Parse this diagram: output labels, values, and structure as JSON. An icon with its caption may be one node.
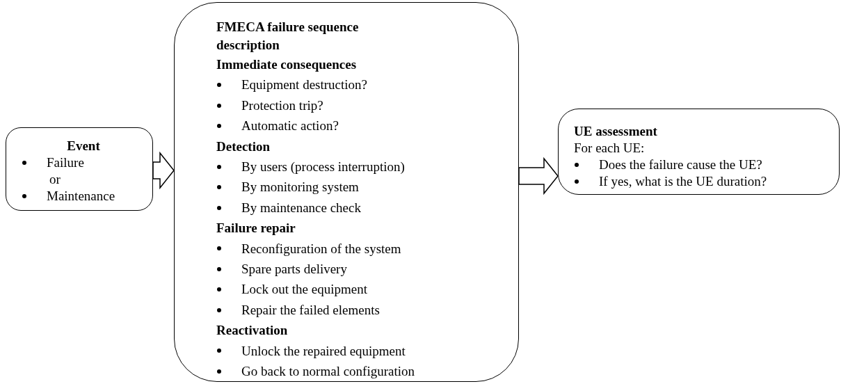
{
  "diagram": {
    "nodes": [
      {
        "text": [
          "Event",
          "Failure",
          "or",
          "Maintenance"
        ]
      },
      {
        "text": [
          "FMECA failure sequence description",
          "Immediate consequences",
          "Equipment destruction?",
          "Protection trip?",
          "Automatic action?",
          "Detection",
          "By users (process interruption)",
          "By monitoring system",
          "By maintenance check",
          "Failure repair",
          "Reconfiguration of the system",
          "Spare parts delivery",
          "Lock out the equipment",
          "Repair the failed elements",
          "Reactivation",
          "Unlock the repaired equipment",
          "Go back to normal configuration"
        ]
      },
      {
        "text": [
          "UE assessment",
          "For each UE:",
          "Does the failure cause the UE?",
          "If yes, what is the UE duration?"
        ]
      }
    ],
    "edges": [
      {
        "from": 0,
        "to": 1,
        "arrow": "to"
      },
      {
        "from": 1,
        "to": 2,
        "arrow": "to"
      }
    ]
  }
}
